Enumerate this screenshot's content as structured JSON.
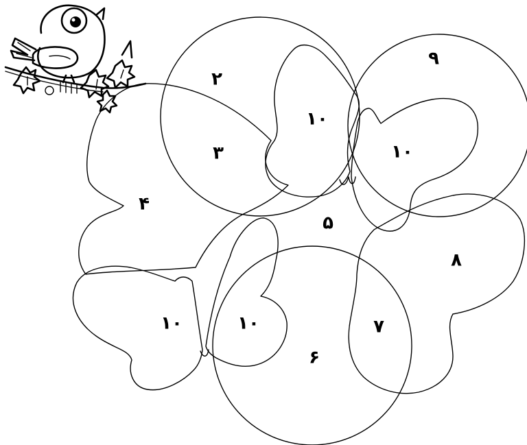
{
  "colors": {
    "line": "#000000",
    "background": "#ffffff"
  },
  "regions": {
    "r2": "۲",
    "r3": "۳",
    "r4": "۴",
    "r5": "۵",
    "r6": "۶",
    "r7": "۷",
    "r8": "۸",
    "r9": "۹",
    "r10_top_left": "۱۰",
    "r10_top_right": "۱۰",
    "r10_bottom_left": "۱۰",
    "r10_bottom_right": "۱۰"
  },
  "icons": [
    "bird-on-branch-icon",
    "leaf-icon",
    "butterfly-outline",
    "circle-outline"
  ]
}
